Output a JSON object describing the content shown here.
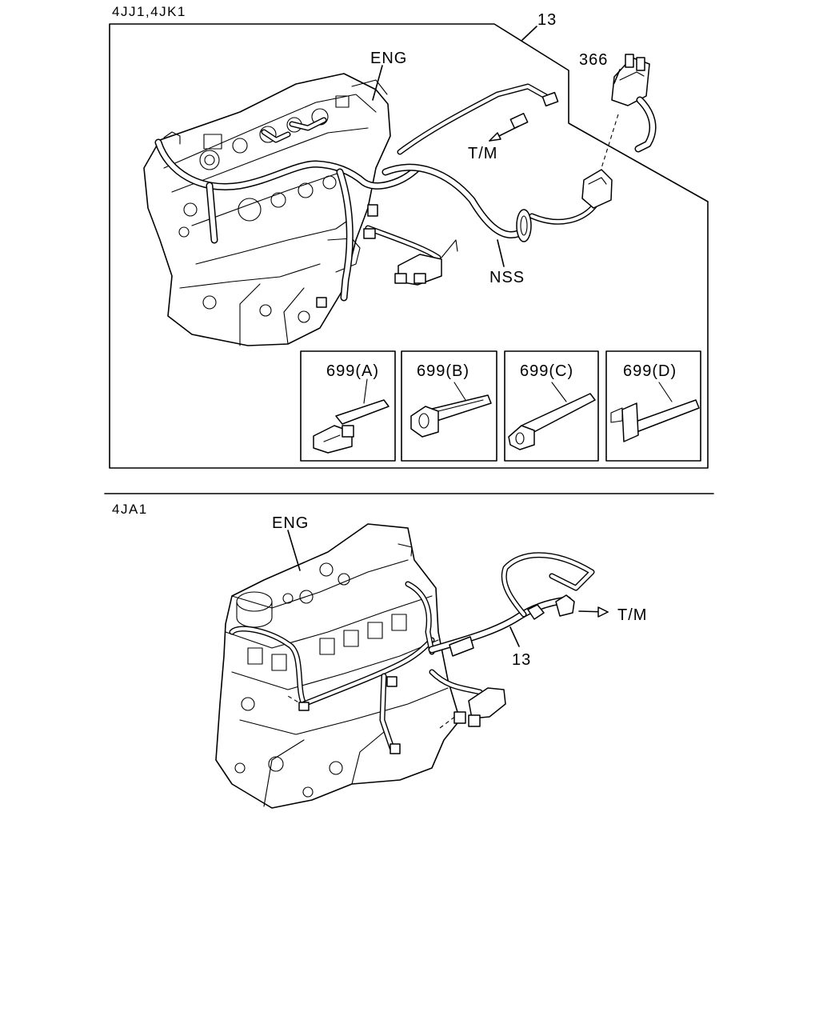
{
  "sections": {
    "top": {
      "title": "4JJ1,4JK1"
    },
    "bottom": {
      "title": "4JA1"
    }
  },
  "callouts": {
    "top": {
      "harness": "13",
      "engine": "ENG",
      "connector": "366",
      "transmission": "T/M",
      "nss": "NSS"
    },
    "bottom": {
      "engine": "ENG",
      "transmission": "T/M",
      "harness": "13"
    }
  },
  "clips": [
    {
      "label": "699(A)"
    },
    {
      "label": "699(B)"
    },
    {
      "label": "699(C)"
    },
    {
      "label": "699(D)"
    }
  ]
}
